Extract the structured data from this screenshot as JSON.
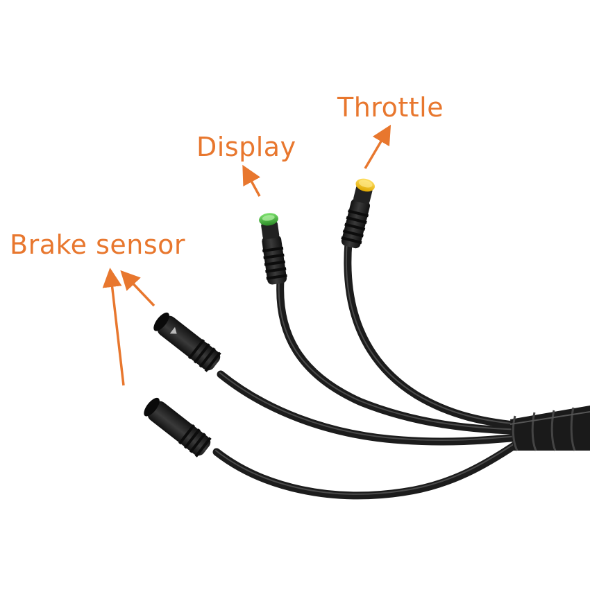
{
  "labels": {
    "throttle": "Throttle",
    "display": "Display",
    "brake_sensor": "Brake sensor"
  },
  "colors": {
    "annotation": "#e8772e",
    "cable": "#1c1c1c",
    "cable_highlight": "#4a4a4a",
    "connector_body": "#222222",
    "throttle_cap": "#f2c21a",
    "display_cap": "#3fae3a",
    "background": "#ffffff"
  }
}
